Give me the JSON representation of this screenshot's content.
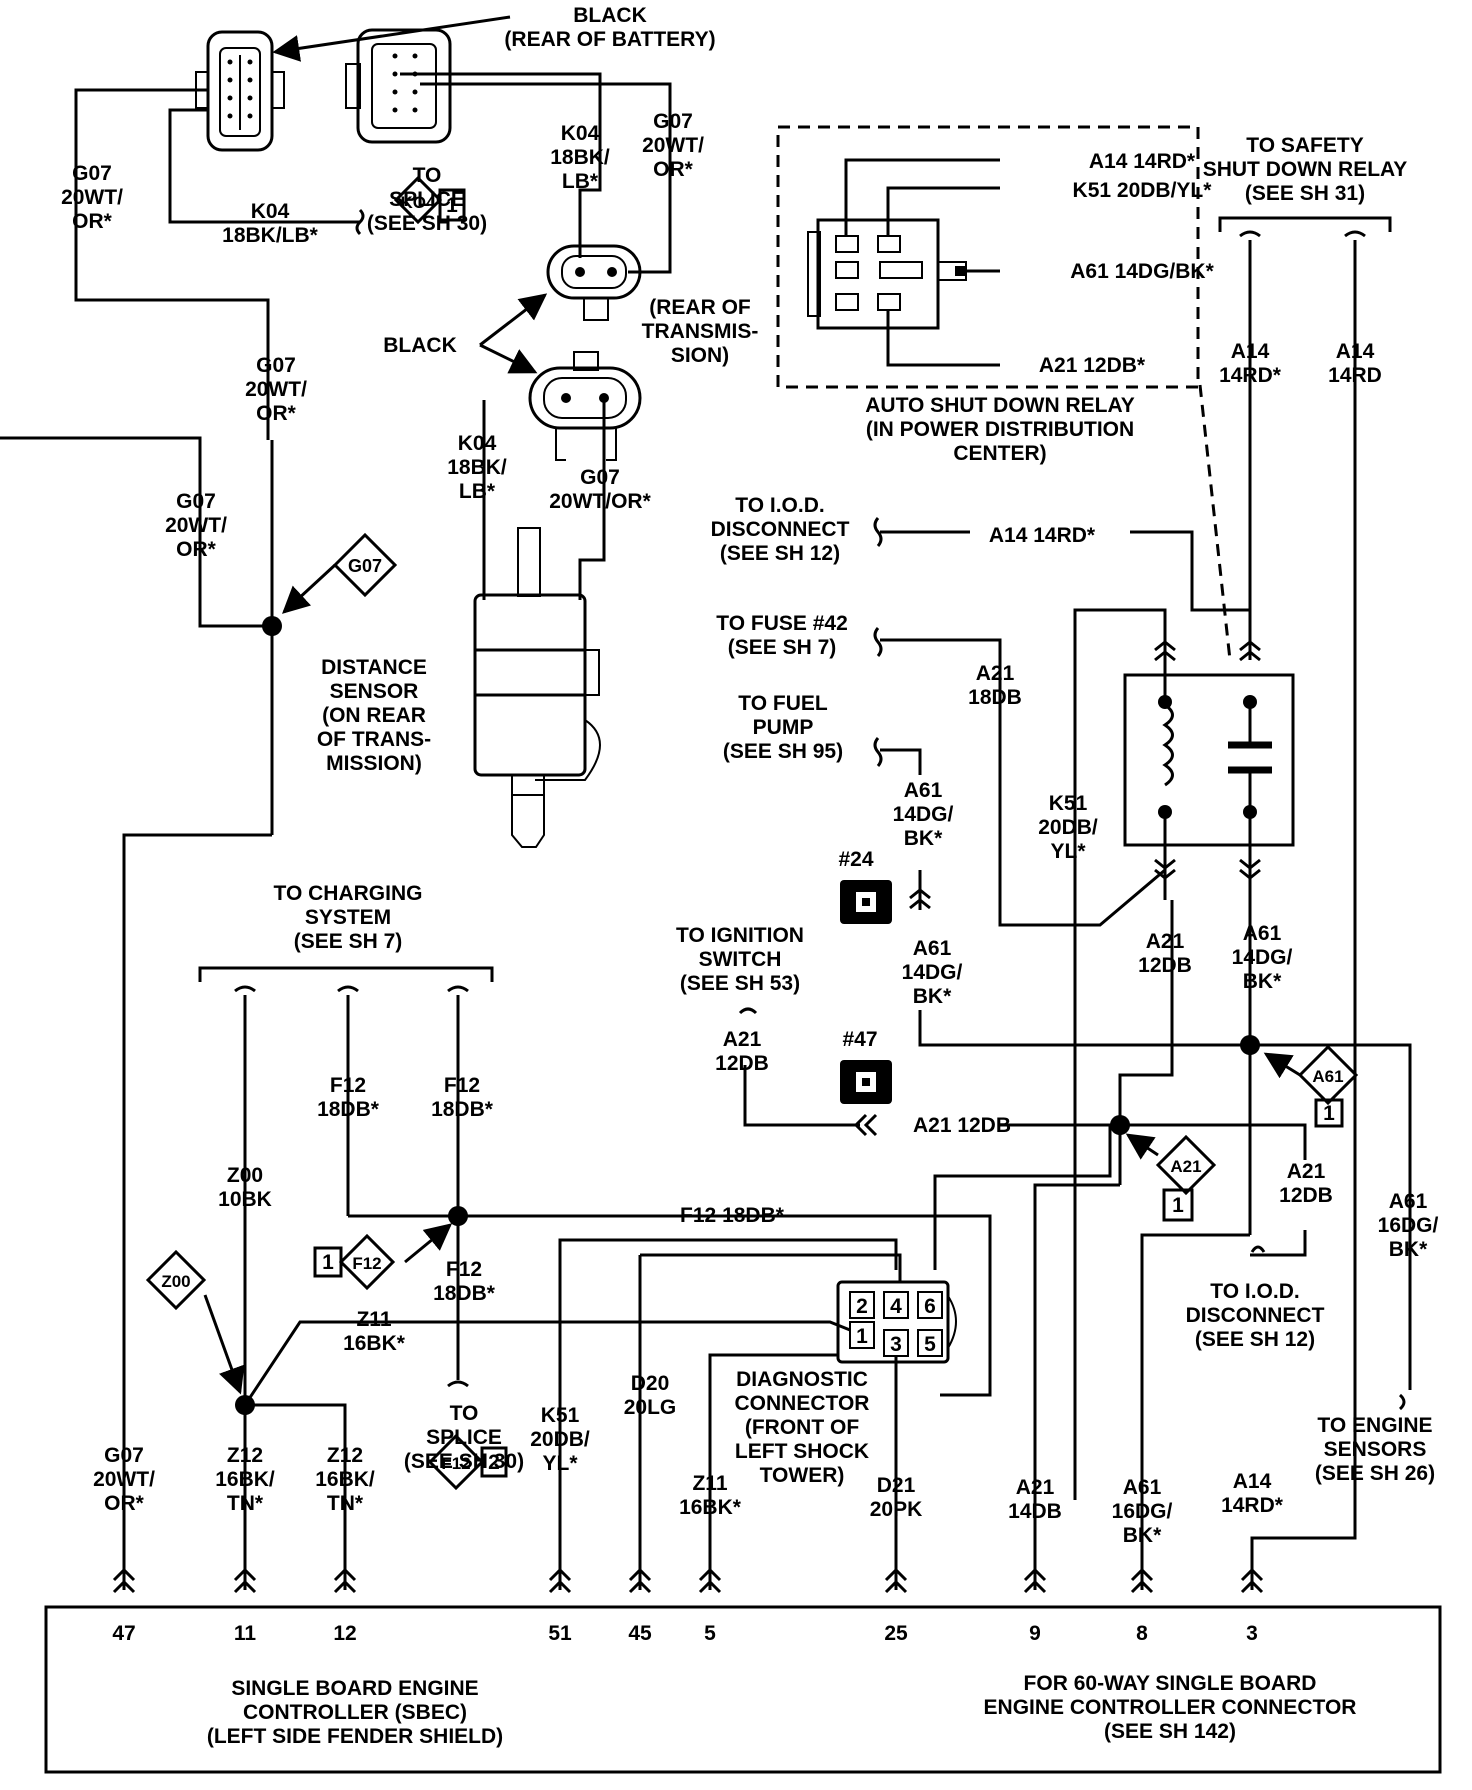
{
  "labels": {
    "black_rear_battery": [
      "BLACK",
      "(REAR OF BATTERY)"
    ],
    "g07_top_left": [
      "G07",
      "20WT/",
      "OR*"
    ],
    "k04_left": [
      "K04",
      "18BK/LB*"
    ],
    "to_splice_top": [
      "TO",
      "SPLICE",
      "(SEE SH 30)"
    ],
    "k04_mid": [
      "K04",
      "18BK/",
      "LB*"
    ],
    "g07_mid": [
      "G07",
      "20WT/",
      "OR*"
    ],
    "rear_of_transmission": [
      "(REAR OF",
      "TRANSMIS-",
      "SION)"
    ],
    "black_mid": "BLACK",
    "g07_center": [
      "G07",
      "20WT/",
      "OR*"
    ],
    "g07_left2": [
      "G07",
      "20WT/",
      "OR*"
    ],
    "k04_sensor": [
      "K04",
      "18BK/",
      "LB*"
    ],
    "g07_sensor": [
      "G07",
      "20WT/OR*"
    ],
    "distance_sensor": [
      "DISTANCE",
      "SENSOR",
      "(ON REAR",
      "OF TRANS-",
      "MISSION)"
    ],
    "relay_a14": "A14 14RD*",
    "relay_k51": "K51 20DB/YL*",
    "relay_a61": "A61 14DG/BK*",
    "relay_a21": "A21 12DB*",
    "asd_relay": [
      "AUTO SHUT DOWN RELAY",
      "(IN POWER DISTRIBUTION",
      "CENTER)"
    ],
    "to_safety_relay": [
      "TO SAFETY",
      "SHUT DOWN RELAY",
      "(SEE SH 31)"
    ],
    "a14_left": [
      "A14",
      "14RD*"
    ],
    "a14_right": [
      "A14",
      "14RD"
    ],
    "to_iod_top": [
      "TO I.O.D.",
      "DISCONNECT",
      "(SEE SH 12)"
    ],
    "a14_iod": "A14 14RD*",
    "to_fuse42": [
      "TO FUSE #42",
      "(SEE SH 7)"
    ],
    "a21_18db": [
      "A21",
      "18DB"
    ],
    "to_fuel_pump": [
      "TO FUEL",
      "PUMP",
      "(SEE SH 95)"
    ],
    "a61_upper": [
      "A61",
      "14DG/",
      "BK*"
    ],
    "k51_relay": [
      "K51",
      "20DB/",
      "YL*"
    ],
    "conn24": "#24",
    "a61_lower": [
      "A61",
      "14DG/",
      "BK*"
    ],
    "a21_relay": [
      "A21",
      "12DB"
    ],
    "a61_relay": [
      "A61",
      "14DG/",
      "BK*"
    ],
    "to_ignition": [
      "TO IGNITION",
      "SWITCH",
      "(SEE SH 53)"
    ],
    "a21_ign": [
      "A21",
      "12DB"
    ],
    "conn47": "#47",
    "a21_horizontal": "A21 12DB",
    "to_charging": [
      "TO CHARGING",
      "SYSTEM",
      "(SEE SH 7)"
    ],
    "f12_a": [
      "F12",
      "18DB*"
    ],
    "f12_b": [
      "F12",
      "18DB*"
    ],
    "z00": [
      "Z00",
      "10BK"
    ],
    "f12_h": "F12 18DB*",
    "f12_splice": [
      "F12",
      "18DB*"
    ],
    "z11_h": [
      "Z11",
      "16BK*"
    ],
    "to_splice_bottom": [
      "TO",
      "SPLICE",
      "(SEE SH 30)"
    ],
    "a21_right": [
      "A21",
      "12DB"
    ],
    "a61_right": [
      "A61",
      "16DG/",
      "BK*"
    ],
    "to_iod_bottom": [
      "TO I.O.D.",
      "DISCONNECT",
      "(SEE SH 12)"
    ],
    "to_engine_sensors": [
      "TO ENGINE",
      "SENSORS",
      "(SEE SH 26)"
    ],
    "diag_connector": [
      "DIAGNOSTIC",
      "CONNECTOR",
      "(FRONT OF",
      "LEFT SHOCK",
      "TOWER)"
    ],
    "d20": [
      "D20",
      "20LG"
    ],
    "diag_pins": [
      "2",
      "4",
      "6",
      "1",
      "3",
      "5"
    ]
  },
  "badges": {
    "k04": {
      "code": "KO4",
      "num": "1"
    },
    "g07": {
      "code": "G07"
    },
    "a61": {
      "code": "A61",
      "num": "1"
    },
    "a21": {
      "code": "A21",
      "num": "1"
    },
    "f12_left": {
      "code": "F12",
      "num": "1"
    },
    "f12_splice": {
      "code": "F12",
      "num": "2"
    },
    "z00": {
      "code": "Z00"
    }
  },
  "bottom_wires": [
    {
      "name": [
        "G07",
        "20WT/",
        "OR*"
      ],
      "pin": "47"
    },
    {
      "name": [
        "Z12",
        "16BK/",
        "TN*"
      ],
      "pin": "11"
    },
    {
      "name": [
        "Z12",
        "16BK/",
        "TN*"
      ],
      "pin": "12"
    },
    {
      "name": [
        "K51",
        "20DB/",
        "YL*"
      ],
      "pin": "51"
    },
    {
      "name": [],
      "pin": "45"
    },
    {
      "name": [
        "Z11",
        "16BK*"
      ],
      "pin": "5"
    },
    {
      "name": [
        "D21",
        "20PK"
      ],
      "pin": "25"
    },
    {
      "name": [
        "A21",
        "14DB"
      ],
      "pin": "9"
    },
    {
      "name": [
        "A61",
        "16DG/",
        "BK*"
      ],
      "pin": "8"
    },
    {
      "name": [
        "A14",
        "14RD*"
      ],
      "pin": "3"
    }
  ],
  "sbec": {
    "left": [
      "SINGLE BOARD ENGINE",
      "CONTROLLER (SBEC)",
      "(LEFT SIDE FENDER SHIELD)"
    ],
    "right": [
      "FOR 60-WAY SINGLE BOARD",
      "ENGINE CONTROLLER CONNECTOR",
      "(SEE SH 142)"
    ]
  }
}
